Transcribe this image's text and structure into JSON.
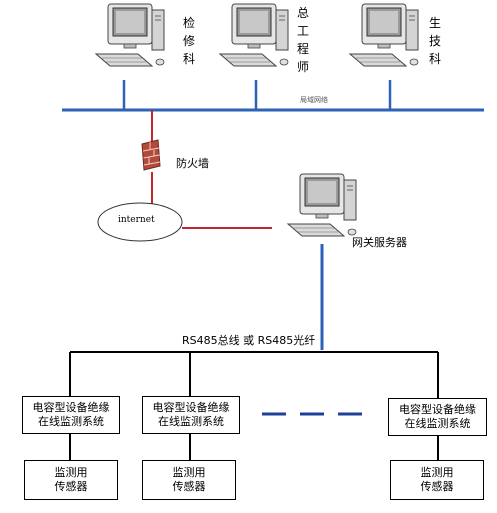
{
  "workstations": [
    {
      "id": "ws-1",
      "chars": [
        "检",
        "修",
        "科"
      ]
    },
    {
      "id": "ws-2",
      "chars": [
        "总",
        "工",
        "程",
        "师"
      ]
    },
    {
      "id": "ws-3",
      "chars": [
        "生",
        "技",
        "科"
      ]
    }
  ],
  "lan_tag": "局域网络",
  "firewall_label": "防火墙",
  "internet_label": "internet",
  "gateway_label": "网关服务器",
  "bus_label": "RS485总线 或 RS485光纤",
  "systems": [
    {
      "line1": "电容型设备绝缘",
      "line2": "在线监测系统"
    },
    {
      "line1": "电容型设备绝缘",
      "line2": "在线监测系统"
    },
    {
      "line1": "电容型设备绝缘",
      "line2": "在线监测系统"
    }
  ],
  "sensors": [
    {
      "line1": "监测用",
      "line2": "传感器"
    },
    {
      "line1": "监测用",
      "line2": "传感器"
    },
    {
      "line1": "监测用",
      "line2": "传感器"
    }
  ],
  "colors": {
    "lan": "#2e62b8",
    "red_link": "#c0282d",
    "bus": "#000000",
    "firewall": "#b34a3a"
  }
}
